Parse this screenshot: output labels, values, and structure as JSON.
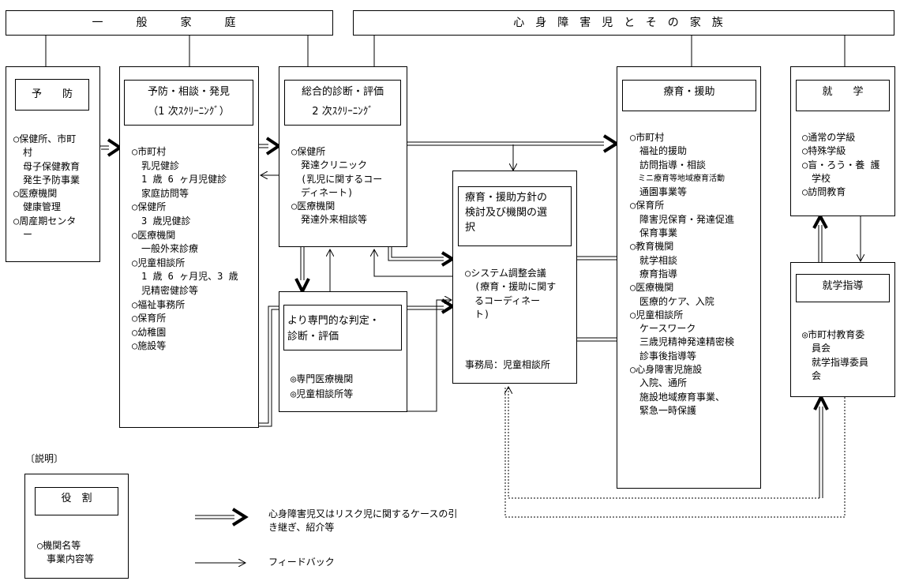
{
  "top_bands": {
    "general": "一　般　家　庭",
    "disabled": "心身障害児とその家族"
  },
  "prevention": {
    "title": "予　　防",
    "items": "○保健所、市町\n　村\n　母子保健教育\n　発生予防事業\n○医療機関\n　健康管理\n○周産期センタ\n　ー"
  },
  "screening1": {
    "title": "予防・相談・発見",
    "subtitle": "（1 次ｽｸﾘｰﾆﾝｸﾞ）",
    "items": "○市町村\n　乳児健診\n　1 歳 6 ヶ月児健診\n　家庭訪問等\n○保健所\n　3 歳児健診\n○医療機関\n　一般外来診療\n○児童相談所\n　1 歳 6 ヶ月児、3 歳\n　児精密健診等\n○福祉事務所\n○保育所\n○幼稚園\n○施設等"
  },
  "screening2": {
    "title": "総合的診断・評価",
    "subtitle": "2 次ｽｸﾘｰﾆﾝｸﾞ",
    "items": "○保健所\n　発達クリニック\n　(乳児に関するコー\n　ディネート)\n○医療機関\n　発達外来相談等"
  },
  "specialized": {
    "title": "より専門的な判定・\n診断・評価",
    "items": "◎専門医療機関\n◎児童相談所等"
  },
  "coordination": {
    "title": "療育・援助方針の\n検討及び機関の選\n択",
    "items": "○システム調整会議\n　(療育・援助に関す\n　るコーディネー\n　ト)",
    "office": "事務局：児童相談所"
  },
  "treatment": {
    "title": "療育・援助",
    "items_a": "○市町村\n　福祉的援助\n　訪問指導・相談",
    "items_small": "　ミニ療育等地域療育活動",
    "items_b": "　通園事業等\n○保育所\n　障害児保育・発達促進\n　保育事業\n○教育機関\n　就学相談\n　療育指導\n○医療機関\n　医療的ケア、入院\n○児童相談所\n　ケースワーク\n　三歳児精神発達精密検\n　診事後指導等\n○心身障害児施設\n　入院、通所\n　施設地域療育事業、\n　緊急一時保護"
  },
  "schooling": {
    "title": "就　　学",
    "items": "○通常の学級\n○特殊学級\n○盲・ろう・養 護\n　学校\n○訪問教育"
  },
  "guidance": {
    "title": "就学指導",
    "items": "◎市町村教育委\n　員会\n　就学指導委員\n　会"
  },
  "legend": {
    "caption": "〔説明〕",
    "role_title": "役　割",
    "role_items": "○機関名等\n　事業内容等",
    "bold_arrow_label": "心身障害児又はリスク児に関するケースの引\nき継ぎ、紹介等",
    "thin_arrow_label": "フィードバック"
  }
}
